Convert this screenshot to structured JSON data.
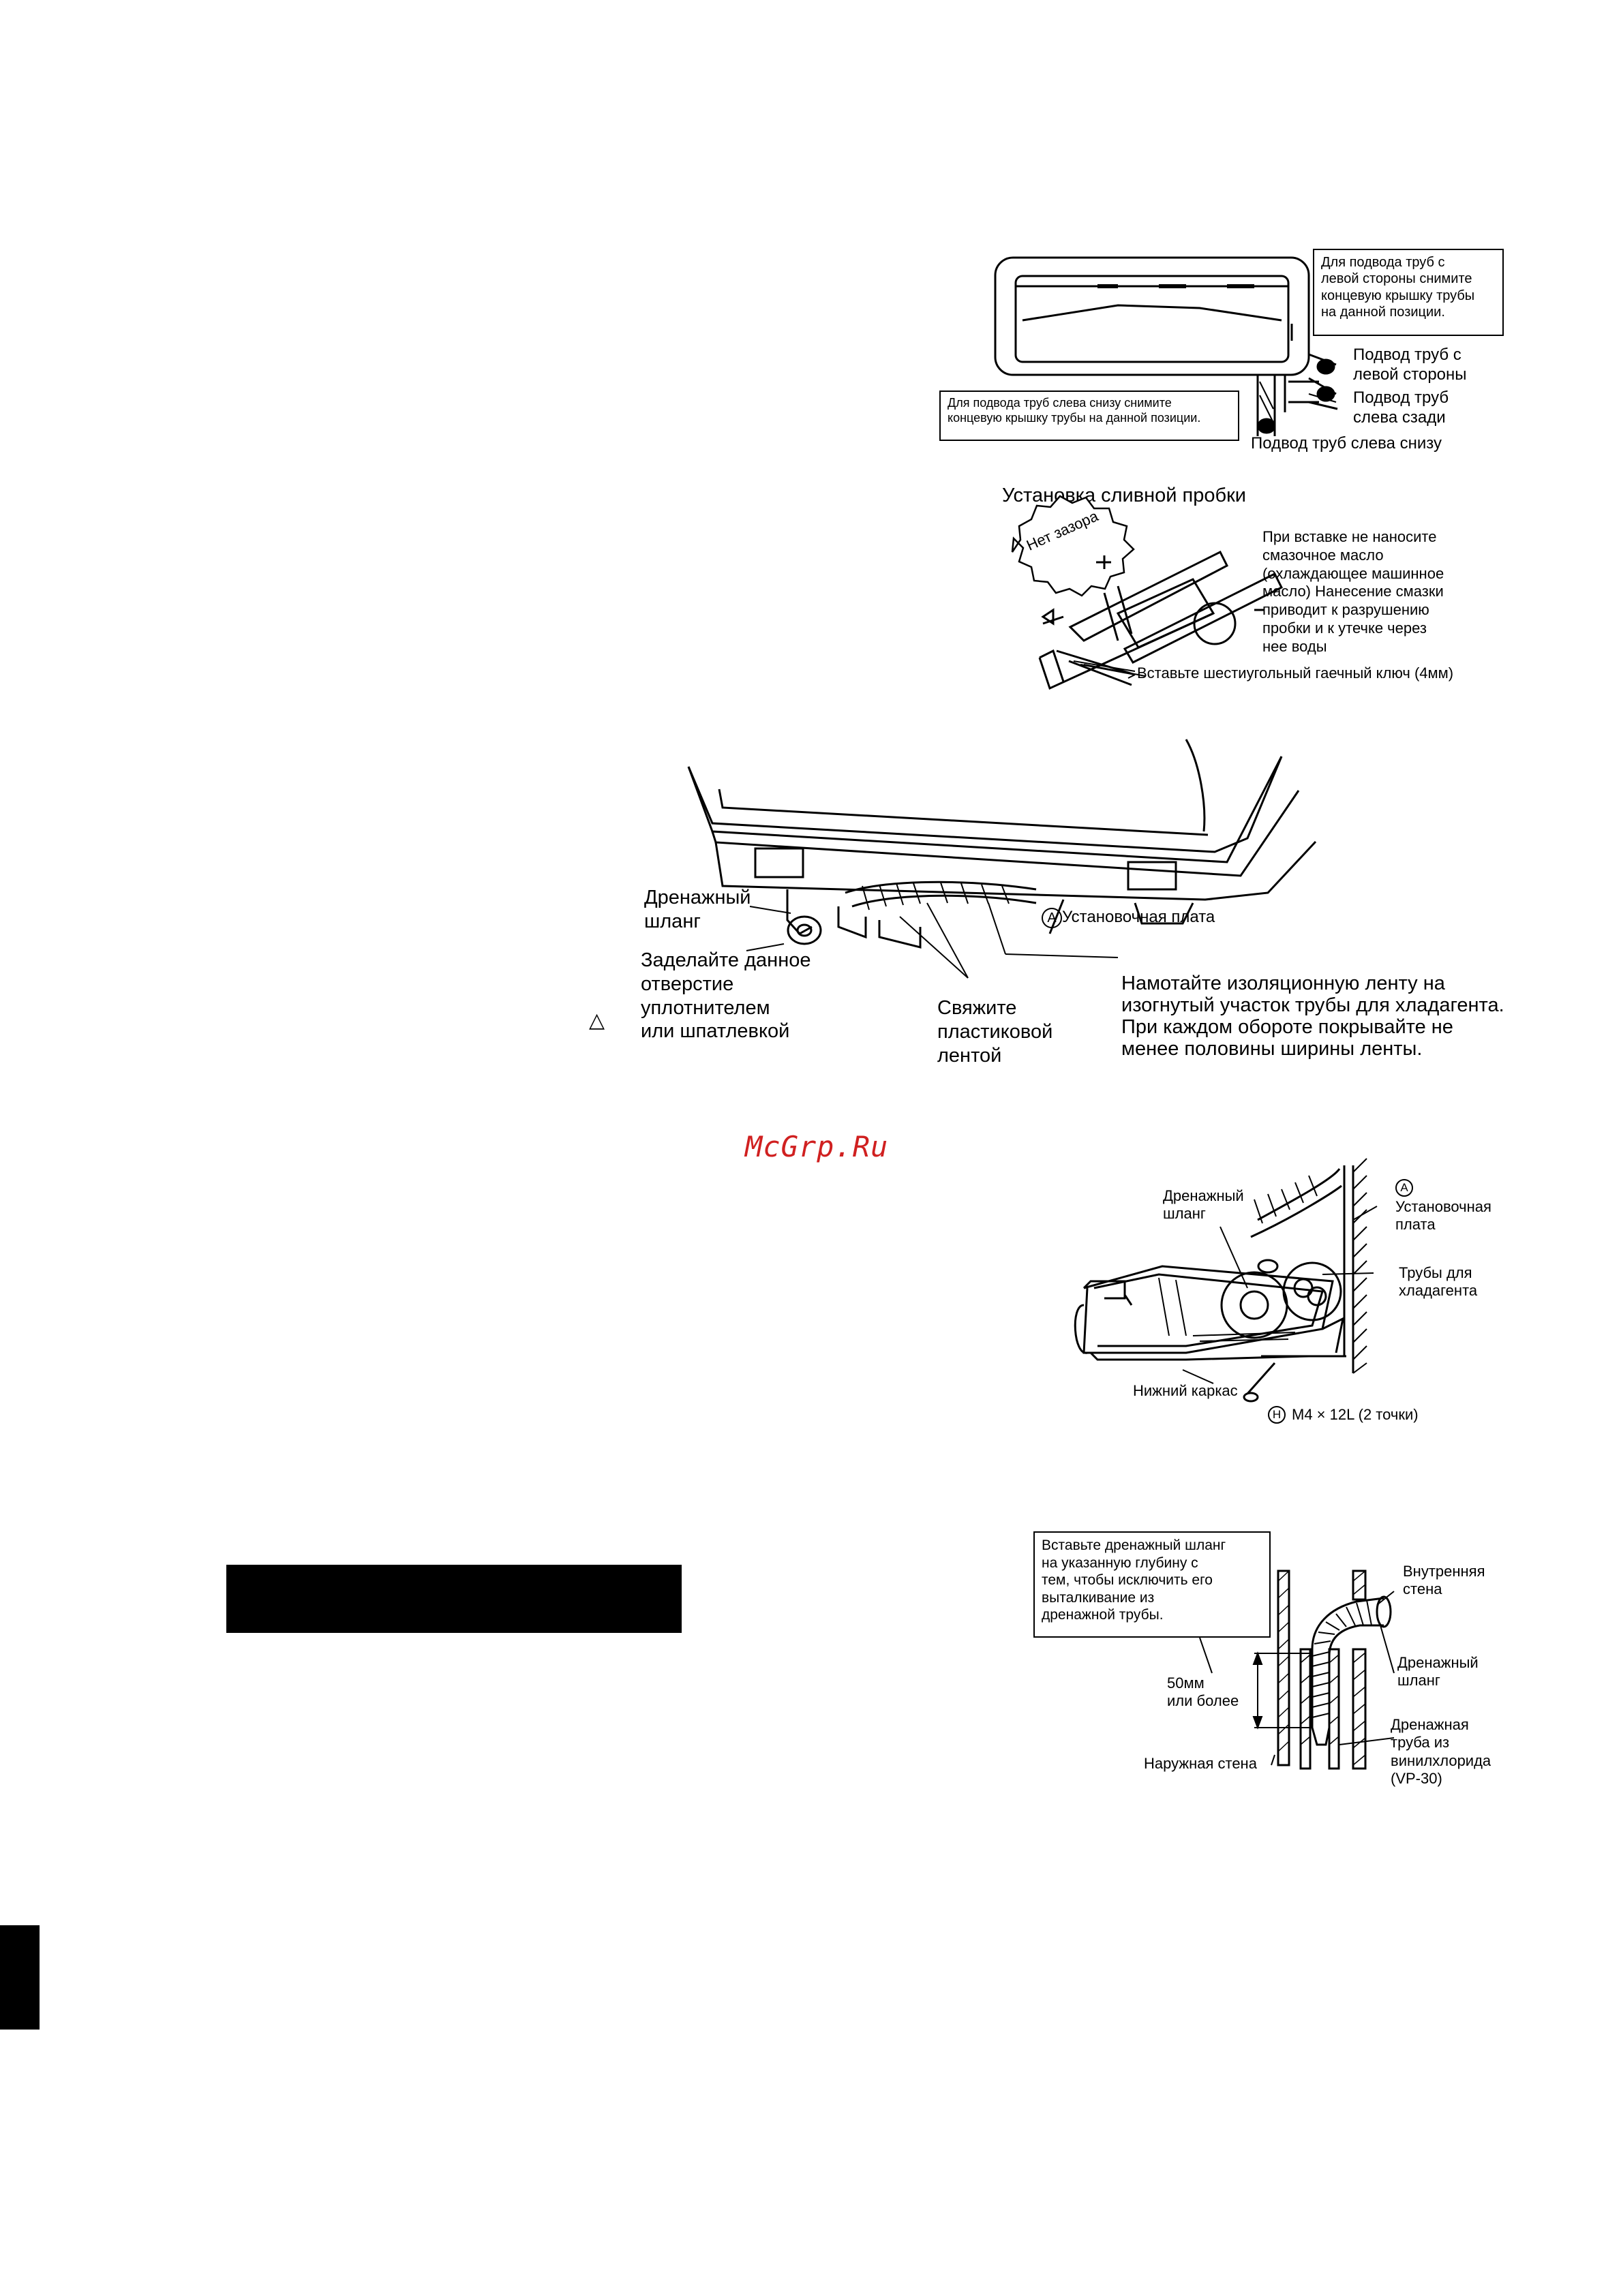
{
  "fig1": {
    "callout_top": "Для подвода труб с\nлевой стороны снимите\nконцевую крышку трубы\nна данной позиции.",
    "callout_bottom": "Для подвода труб слева снизу снимите\nконцевую крышку трубы на данной позиции.",
    "label_left_side": "Подвод труб с\nлевой стороны",
    "label_left_rear": "Подвод труб\nслева сзади",
    "label_left_bottom": "Подвод труб слева снизу"
  },
  "fig2": {
    "title": "Установка сливной пробки",
    "no_gap": "Нет зазора",
    "warning": "При вставке не наносите\nсмазочное масло\n(охлаждающее машинное\nмасло) Нанесение смазки\nприводит к разрушению\nпробки и к утечке через\nнее воды",
    "hex_key": "Вставьте шестиугольный гаечный ключ (4мм)"
  },
  "fig3": {
    "drain_hose": "Дренажный\nшланг",
    "seal_hole": "Заделайте данное\nотверстие\nуплотнителем\nили шпатлевкой",
    "tie": "Свяжите\nпластиковой\nлентой",
    "plate_marker": "A",
    "plate": "Установочная плата",
    "tape": "Намотайте изоляционную ленту на\nизогнутый участок трубы для хладагента.\nПри каждом обороте покрывайте не\nменее половины ширины ленты.",
    "triangle": "△"
  },
  "watermark": "McGrp.Ru",
  "fig4": {
    "drain_hose": "Дренажный\nшланг",
    "plate_marker": "A",
    "plate": "Установочная\nплата",
    "pipes": "Трубы для\nхладагента",
    "lower_frame": "Нижний каркас",
    "screw_marker": "H",
    "screw": "M4 × 12L (2 точки)"
  },
  "fig5": {
    "callout": "Вставьте дренажный шланг\nна указанную глубину с\nтем, чтобы исключить его\nвыталкивание из\nдренажной трубы.",
    "inner_wall": "Внутренняя\nстена",
    "drain_hose": "Дренажный\nшланг",
    "depth": "50мм\nили более",
    "outer_wall": "Наружная стена",
    "pvc_pipe": "Дренажная\nтруба из\nвинилхлорида\n(VP-30)"
  },
  "colors": {
    "ink": "#000000",
    "paper": "#ffffff",
    "watermark": "#d02020"
  }
}
